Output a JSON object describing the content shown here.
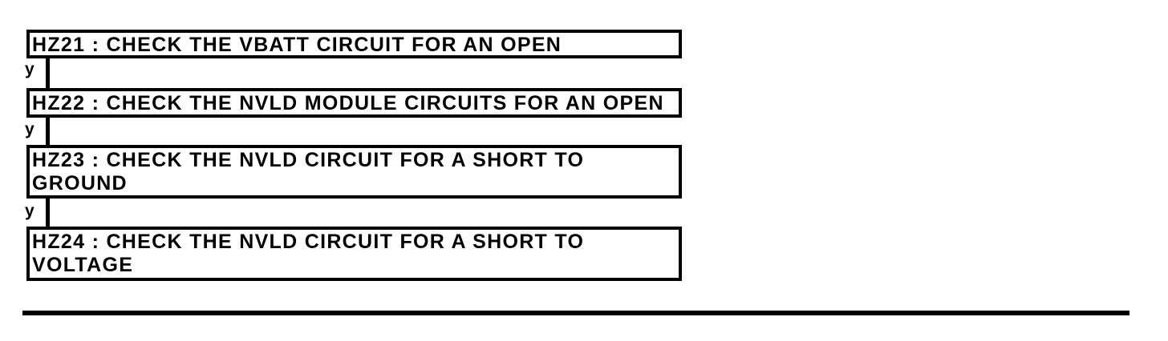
{
  "page": {
    "background_color": "#ffffff",
    "line_color": "#000000"
  },
  "flowchart": {
    "boxes": [
      {
        "id": "HZ21",
        "label": "HZ21 : CHECK THE VBATT CIRCUIT FOR AN OPEN"
      },
      {
        "id": "HZ22",
        "label": "HZ22 : CHECK THE NVLD MODULE CIRCUITS FOR AN OPEN"
      },
      {
        "id": "HZ23",
        "label": "HZ23 : CHECK THE NVLD CIRCUIT FOR A SHORT TO\nGROUND"
      },
      {
        "id": "HZ24",
        "label": "HZ24 : CHECK THE NVLD CIRCUIT FOR A SHORT TO\nVOLTAGE"
      }
    ],
    "connectors": [
      {
        "label": "y"
      },
      {
        "label": "y"
      },
      {
        "label": "y"
      }
    ]
  }
}
